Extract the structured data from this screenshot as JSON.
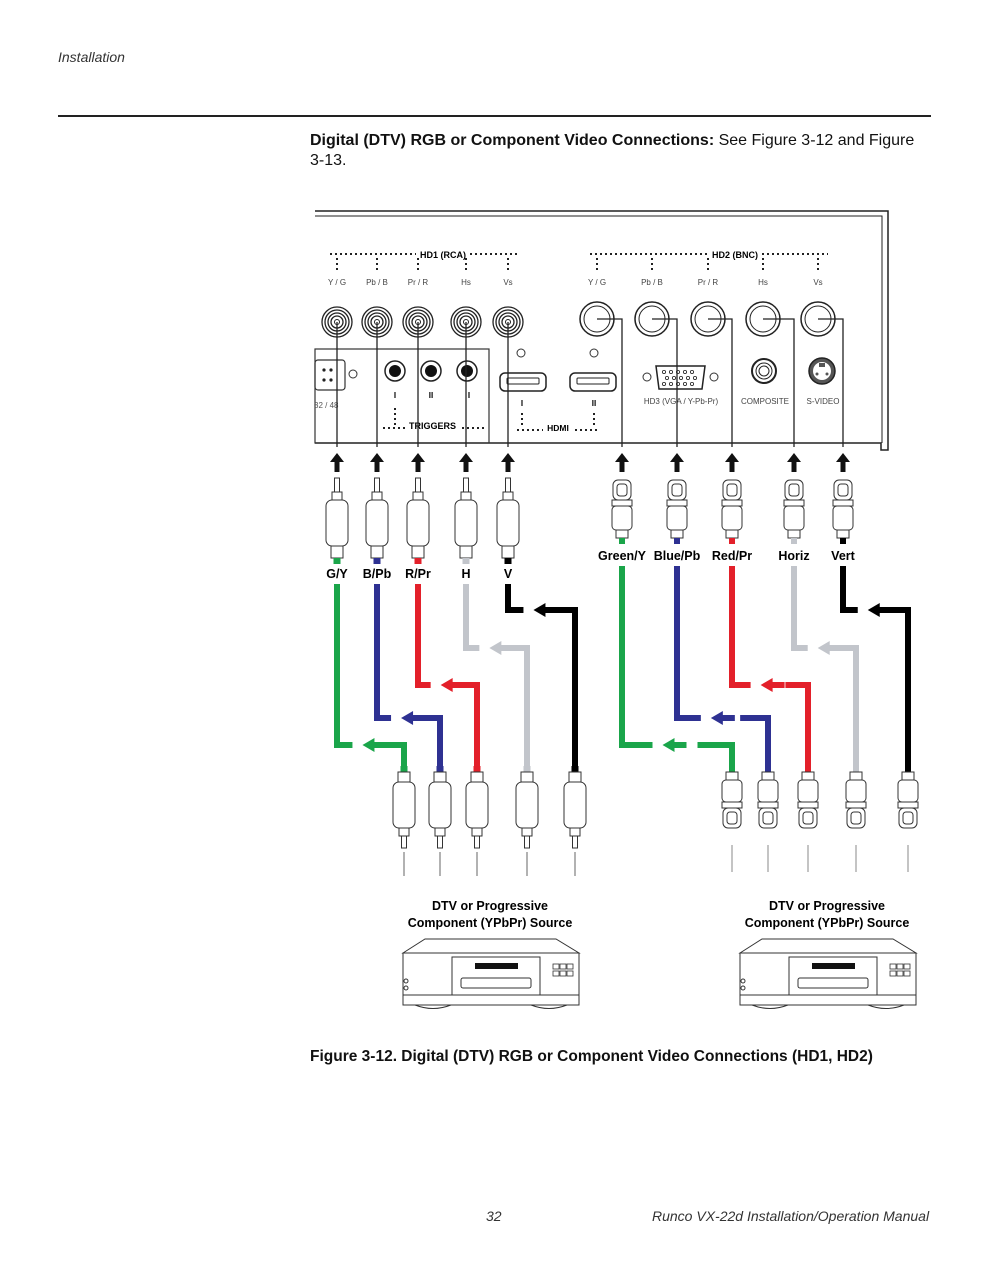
{
  "header": {
    "section": "Installation"
  },
  "intro": {
    "bold": "Digital (DTV) RGB or Component Video Connections:",
    "text": " See Figure 3-12 and Figure 3-13."
  },
  "panel": {
    "hd1_label": "HD1 (RCA)",
    "hd2_label": "HD2 (BNC)",
    "hd1_ports": [
      "Y / G",
      "Pb / B",
      "Pr / R",
      "Hs",
      "Vs"
    ],
    "hd2_ports": [
      "Y / G",
      "Pb / B",
      "Pr / R",
      "Hs",
      "Vs"
    ],
    "rs232_label": "32 / 48",
    "trigger_numerals": [
      "I",
      "II",
      "I"
    ],
    "triggers_label": "TRIGGERS",
    "hdmi_numerals": [
      "I",
      "II"
    ],
    "hdmi_label": "HDMI",
    "hd3_label": "HD3 (VGA / Y-Pb-Pr)",
    "composite_label": "COMPOSITE",
    "svideo_label": "S-VIDEO"
  },
  "cables": {
    "rca": [
      {
        "label": "G/Y",
        "color": "#1aa54a"
      },
      {
        "label": "B/Pb",
        "color": "#2e3192"
      },
      {
        "label": "R/Pr",
        "color": "#e3202a"
      },
      {
        "label": "H",
        "color": "#c2c5cb"
      },
      {
        "label": "V",
        "color": "#000000"
      }
    ],
    "bnc": [
      {
        "label": "Green/Y",
        "color": "#1aa54a"
      },
      {
        "label": "Blue/Pb",
        "color": "#2e3192"
      },
      {
        "label": "Red/Pr",
        "color": "#e3202a"
      },
      {
        "label": "Horiz",
        "color": "#c2c5cb"
      },
      {
        "label": "Vert",
        "color": "#000000"
      }
    ]
  },
  "sources": [
    {
      "line1": "DTV or Progressive",
      "line2": "Component (YPbPr) Source"
    },
    {
      "line1": "DTV or Progressive",
      "line2": "Component (YPbPr) Source"
    }
  ],
  "caption": "Figure 3-12. Digital (DTV) RGB or Component Video Connections (HD1, HD2)",
  "footer": {
    "page": "32",
    "manual": "Runco VX-22d Installation/Operation Manual"
  }
}
